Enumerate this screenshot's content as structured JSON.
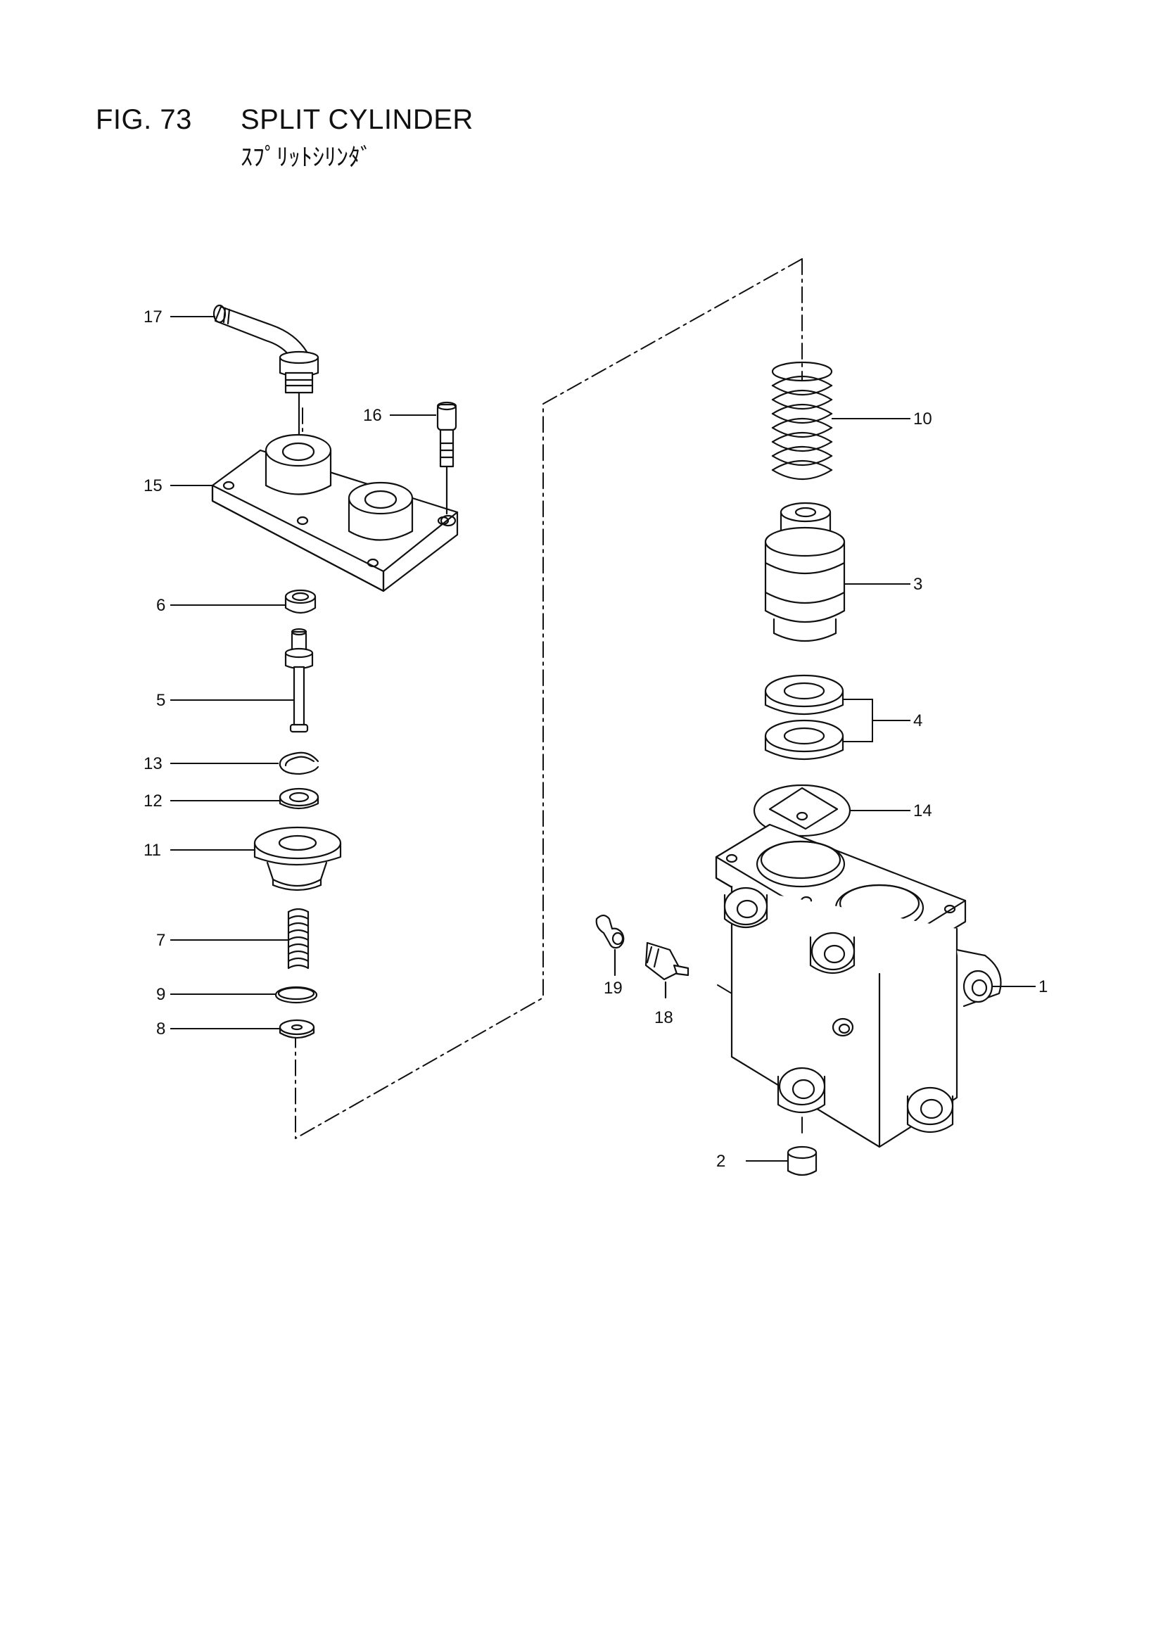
{
  "figure": {
    "number": "FIG. 73",
    "title": "SPLIT CYLINDER",
    "subtitle_jp": "ｽﾌﾟﾘｯﾄｼﾘﾝﾀﾞ"
  },
  "callouts": [
    {
      "id": "c1",
      "label": "1"
    },
    {
      "id": "c2",
      "label": "2"
    },
    {
      "id": "c3",
      "label": "3"
    },
    {
      "id": "c4",
      "label": "4"
    },
    {
      "id": "c5",
      "label": "5"
    },
    {
      "id": "c6",
      "label": "6"
    },
    {
      "id": "c7",
      "label": "7"
    },
    {
      "id": "c8",
      "label": "8"
    },
    {
      "id": "c9",
      "label": "9"
    },
    {
      "id": "c10",
      "label": "10"
    },
    {
      "id": "c11",
      "label": "11"
    },
    {
      "id": "c12",
      "label": "12"
    },
    {
      "id": "c13",
      "label": "13"
    },
    {
      "id": "c14",
      "label": "14"
    },
    {
      "id": "c15",
      "label": "15"
    },
    {
      "id": "c16",
      "label": "16"
    },
    {
      "id": "c17",
      "label": "17"
    },
    {
      "id": "c18",
      "label": "18"
    },
    {
      "id": "c19",
      "label": "19"
    }
  ]
}
